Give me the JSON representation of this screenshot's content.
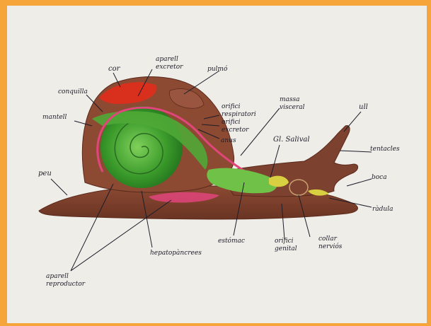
{
  "diagram": {
    "labels": {
      "cor": "cor",
      "aparell_excretor": "aparell\nexcretor",
      "pulmo": "pulmó",
      "conquilla": "conquilla",
      "mantell": "mantell",
      "orifici_respiratori": "orifici\nrespiratori",
      "orifici_excretor": "orifici\nexcretor",
      "anus": "anus",
      "massa_visceral": "massa\nvisceral",
      "ull": "ull",
      "gl_salival": "Gl. Salival",
      "tentacles": "tentacles",
      "peu": "peu",
      "boca": "boca",
      "radula": "ràdula",
      "hepatopancrees": "hepatopàncrees",
      "estomac": "estómac",
      "orifici_genital": "orifici\ngenital",
      "collar_nervios": "collar\nnerviós",
      "aparell_reproductor": "aparell\nreproductor"
    },
    "colors": {
      "frame": "#f6a53a",
      "paper": "#efede8",
      "body": "#7a3f2c",
      "body_light": "#a0654c",
      "shell_green": "#3f9a2e",
      "shell_green_light": "#6fc247",
      "heart_red": "#d9301e",
      "pink": "#e0457b",
      "yellow": "#d8d040"
    }
  }
}
